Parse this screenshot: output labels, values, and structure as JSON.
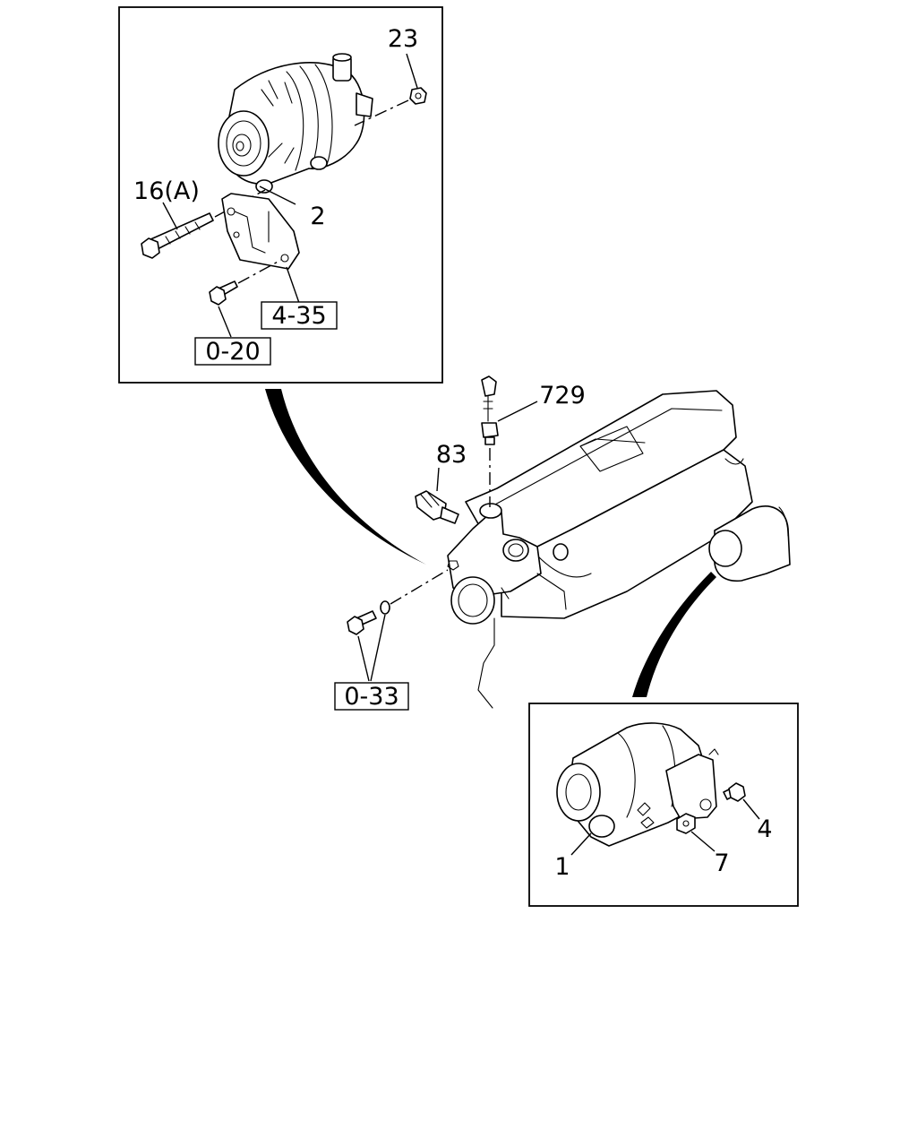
{
  "callouts": {
    "c23": "23",
    "c16a": "16(A)",
    "c2": "2",
    "c729": "729",
    "c83": "83",
    "c4": "4",
    "c7": "7",
    "c1": "1"
  },
  "ref_boxes": {
    "r435": "4-35",
    "r020": "0-20",
    "r033": "0-33"
  }
}
